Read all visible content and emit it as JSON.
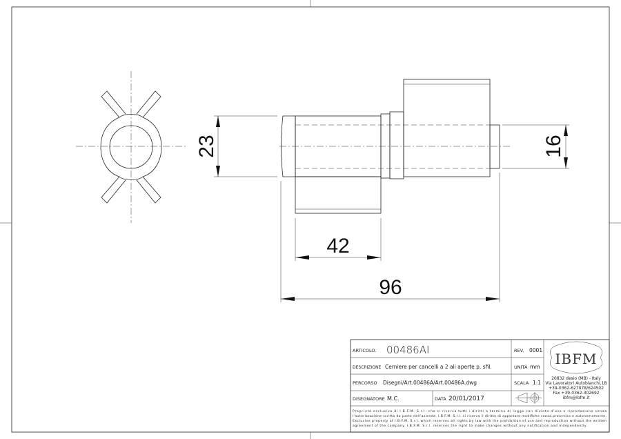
{
  "drawing": {
    "dimensions": {
      "d23": "23",
      "d16": "16",
      "d42": "42",
      "d96": "96"
    }
  },
  "title_block": {
    "articolo_label": "ARTICOLO.",
    "articolo_value": "00486AI",
    "rev_label": "REV.",
    "rev_value": "0001",
    "descrizione_label": "DESCRIZIONE",
    "descrizione_value": "Cerniere per cancelli a 2 ali aperte p. sfil.",
    "unita_label": "UNITÀ",
    "unita_value": "mm",
    "percorso_label": "PERCORSO",
    "percorso_value": "Disegni/Art.00486A/Art.00486A.dwg",
    "scala_label": "SCALA",
    "scala_value": "1:1",
    "disegnatore_label": "DISEGNATORE",
    "disegnatore_value": "M.C.",
    "data_label": "DATA",
    "data_value": "20/01/2017",
    "logo": "IBFM",
    "address": [
      "20832 desio (MB) - Italy",
      "Via Lavoratori Autobianchi,1B",
      "+39-0362-627078/624502",
      "Fax +39-0362-302692",
      "ibfm@ibfm.it"
    ],
    "disclaimer": [
      "Proprietà esclusiva di I.B.F.M. S.r.l. che si riserva tutti i diritti a termine di legge con divieto d'uso e riproduzione senza",
      "l'autorizzazione scritta da parte dell'azienda. I.B.F.M. S.r.l. si riserva il diritto di apportare modifiche senza preavviso e autonomamente.",
      "Exclusive property of I.B.F.M. S.r.l. which reserves all rights by law with the prohibition of use and reproduction without the written",
      "agreement of the company. I.B.F.M. S.r.l. reserves the right to make changes without any notification and independently."
    ]
  }
}
